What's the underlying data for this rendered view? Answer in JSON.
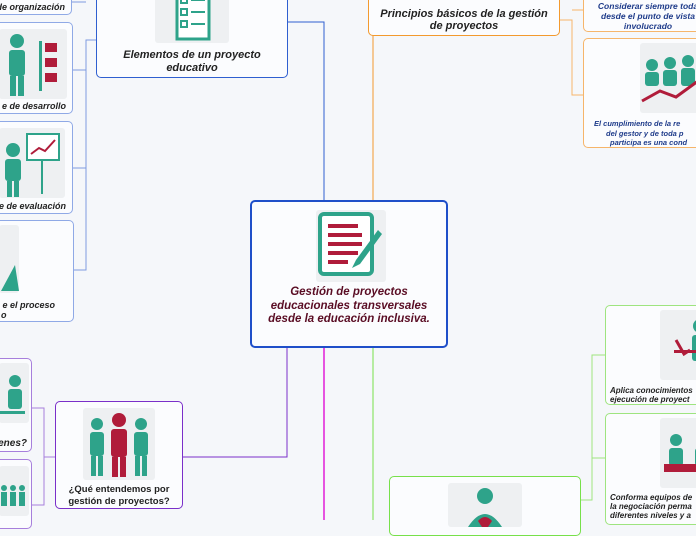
{
  "central": {
    "text": "Gestión de proyectos educacionales transversales desde la educación inclusiva."
  },
  "nodes": {
    "elementos": "Elementos de un proyecto educativo",
    "principios": "Principios básicos de la gestión de proyectos",
    "que_entendemos": "¿Qué entendemos por gestión de proyectos?",
    "organizacion": "de organización",
    "desarrollo": "e de desarrollo",
    "evaluacion": "e de evaluación",
    "proceso_line1": "e el proceso",
    "proceso_line2": "o",
    "quienes": "enes?",
    "considerar_line1": "Considerar siempre toda",
    "considerar_line2": "desde el punto de vista",
    "considerar_line3": "involucrado",
    "cumplimiento_line1": "El cumplimiento de la re",
    "cumplimiento_line2": "del gestor y de toda p",
    "cumplimiento_line3": "participa es una cond",
    "aplica_line1": "Aplica conocimientos",
    "aplica_line2": "ejecución de proyect",
    "conforma_line1": "Conforma equipos de",
    "conforma_line2": "la negociación perma",
    "conforma_line3": "diferentes niveles y a"
  },
  "icons": [
    "checklist-icon",
    "presenter-chart-icon",
    "presenter-board-icon",
    "triangle-icon",
    "clipboard-pen-icon",
    "team-icon",
    "group-growth-icon",
    "person-icon",
    "worker-icon",
    "meeting-icon",
    "business-person-icon"
  ],
  "colors": {
    "central_border": "#1f4fc9",
    "blue_branch": "#2f5fd0",
    "orange_branch": "#f39a2e",
    "purple_branch": "#7a2fc9",
    "magenta_branch": "#e21fd8",
    "green_branch": "#77e04a",
    "icon_red": "#b01c3a",
    "icon_teal": "#2ea38a"
  }
}
